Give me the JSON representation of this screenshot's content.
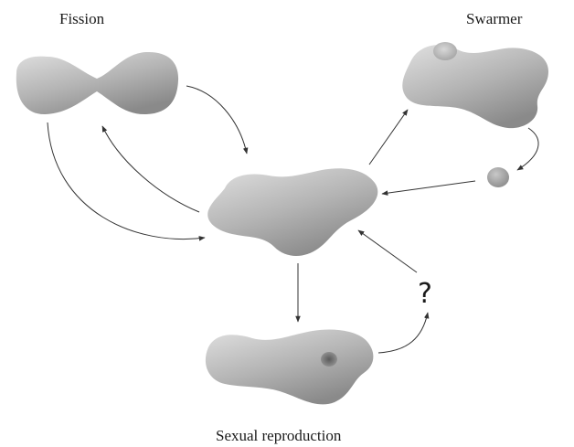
{
  "labels": {
    "fission": "Fission",
    "swarmer": "Swarmer",
    "sexual_reproduction": "Sexual reproduction",
    "question_mark": "?"
  },
  "colors": {
    "cell_light": "#dcdcdc",
    "cell_dark": "#8a8a8a",
    "nucleus": "#7a7a7a",
    "arrow": "#333333",
    "text": "#1a1a1a"
  }
}
